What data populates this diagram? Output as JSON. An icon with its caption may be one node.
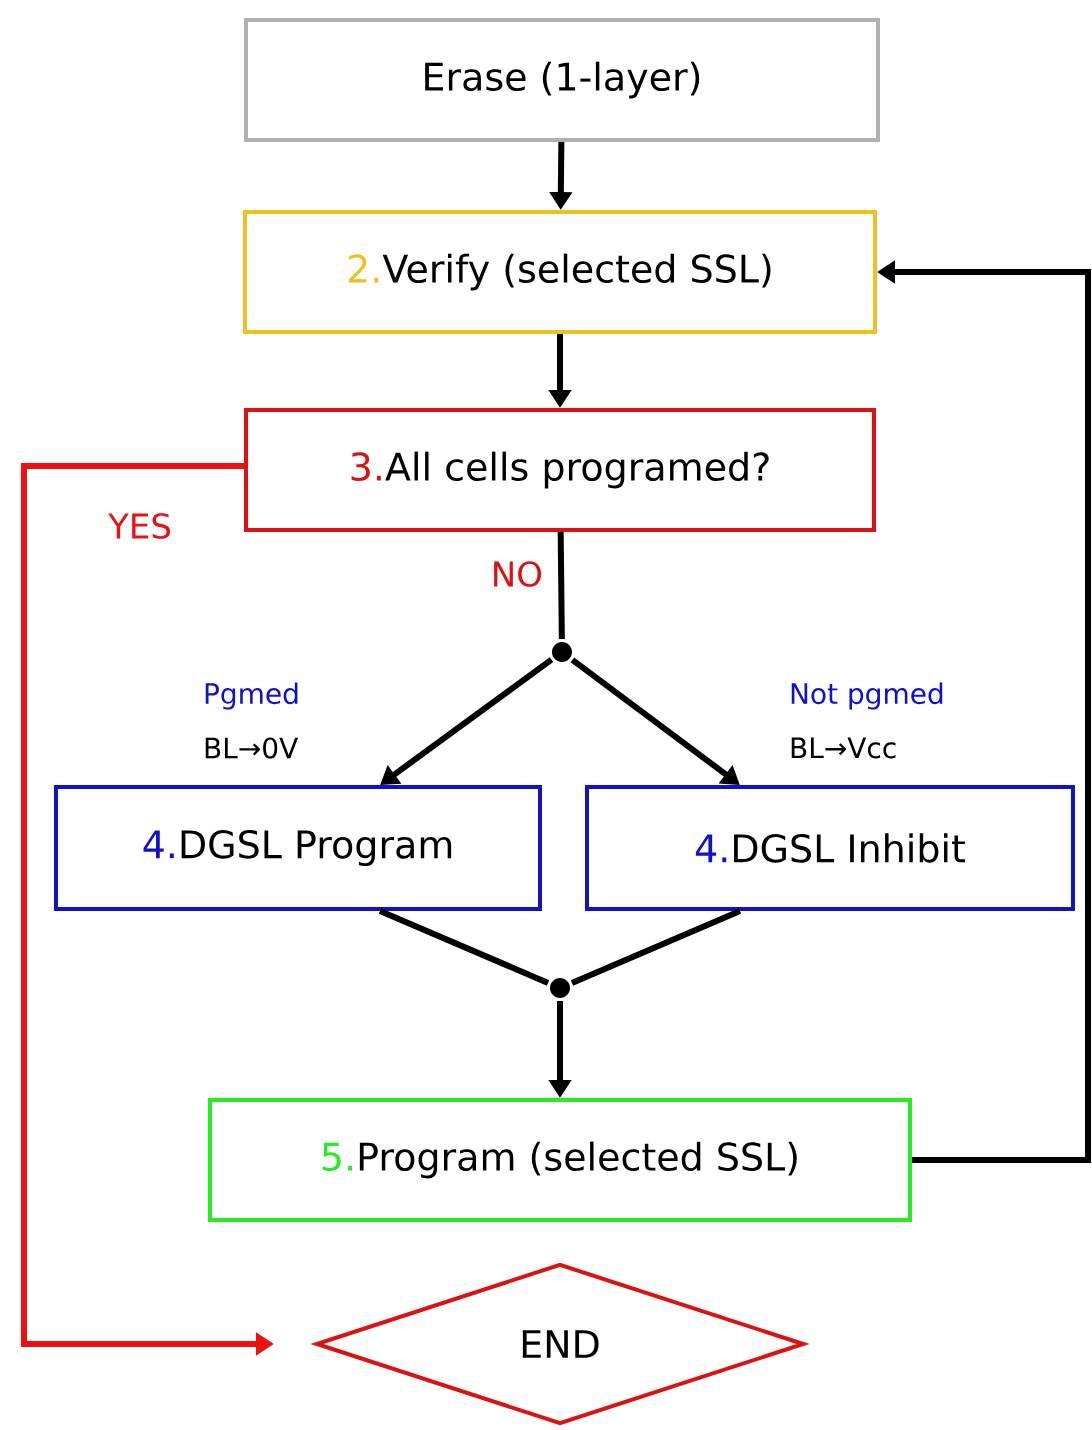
{
  "diagram": {
    "nodes": [
      {
        "text": [
          "Erase (1-layer)"
        ]
      },
      {
        "text": [
          "2.",
          "Verify (selected SSL)"
        ]
      },
      {
        "text": [
          "3.",
          "All cells programed?"
        ]
      },
      {
        "text": [],
        "shape": "circle"
      },
      {
        "text": [
          "4.",
          "DGSL Program"
        ],
        "beside": [
          "Pgmed",
          "BL→0V"
        ]
      },
      {
        "text": [
          "4.",
          "DGSL Inhibit"
        ],
        "beside": [
          "Not pgmed",
          "BL→Vcc"
        ]
      },
      {
        "text": [],
        "shape": "circle"
      },
      {
        "text": [
          "5.",
          "Program (selected SSL)"
        ]
      },
      {
        "text": [
          "END"
        ]
      }
    ],
    "edges": [
      {
        "from": 0,
        "to": 1,
        "arrow": "to"
      },
      {
        "from": 1,
        "to": 2,
        "arrow": "to"
      },
      {
        "from": 2,
        "to": 3,
        "arrow": "none",
        "label": "NO"
      },
      {
        "from": 3,
        "to": 4,
        "arrow": "to"
      },
      {
        "from": 3,
        "to": 5,
        "arrow": "to"
      },
      {
        "from": 4,
        "to": 6,
        "arrow": "none"
      },
      {
        "from": 5,
        "to": 6,
        "arrow": "none"
      },
      {
        "from": 6,
        "to": 7,
        "arrow": "to"
      },
      {
        "from": 7,
        "to": 1,
        "arrow": "to"
      },
      {
        "from": 2,
        "to": 8,
        "arrow": "to",
        "label": "YES",
        "color": "#ee1111"
      }
    ]
  }
}
